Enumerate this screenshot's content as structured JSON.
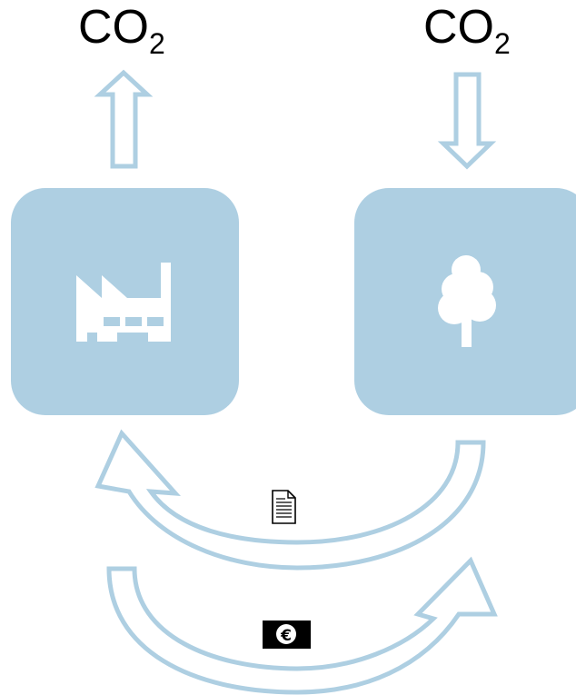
{
  "labels": {
    "emission": {
      "base": "CO",
      "subscript": "2"
    },
    "absorption": {
      "base": "CO",
      "subscript": "2"
    }
  },
  "nodes": {
    "left": {
      "icon": "factory-icon"
    },
    "right": {
      "icon": "tree-icon"
    }
  },
  "flows": {
    "upper": {
      "direction": "right-to-left",
      "icon": "document-icon"
    },
    "lower": {
      "direction": "left-to-right",
      "icon": "euro-icon",
      "glyph": "€"
    }
  },
  "colors": {
    "accent": "#aecfe2",
    "stroke": "#aecfe2",
    "icon_fill": "#ffffff",
    "text": "#000000"
  }
}
